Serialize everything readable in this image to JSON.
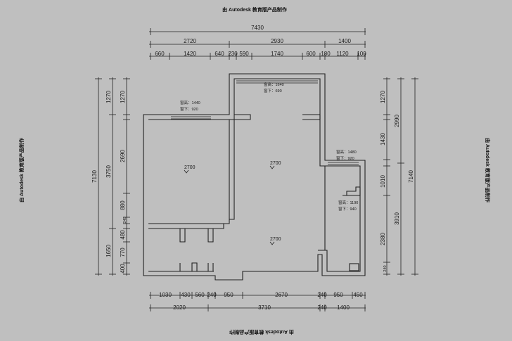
{
  "watermarks": {
    "top": "由 Autodesk 教育版产品制作",
    "left": "由 Autodesk 教育版产品制作",
    "right": "由 Autodesk 教育版产品制作",
    "bottom": "由 Autodesk 教育版产品制作"
  },
  "top_dims": {
    "overall": "7430",
    "mid": [
      "2720",
      "2930",
      "1400"
    ],
    "fine": [
      "660",
      "1420",
      "640",
      "230",
      "590",
      "1740",
      "600",
      "180",
      "1120",
      "100"
    ]
  },
  "bottom_dims": {
    "fine": [
      "1030",
      "430",
      "560",
      "240",
      "950",
      "2670",
      "240",
      "950",
      "450"
    ],
    "overall": [
      "2020",
      "3710",
      "240",
      "1400"
    ]
  },
  "left_dims": {
    "overall": "7130",
    "mid": [
      "1270",
      "3750",
      "1650"
    ],
    "fine": [
      "1270",
      "2690",
      "880",
      "240",
      "480",
      "770",
      "400"
    ]
  },
  "right_dims": {
    "overall": "7140",
    "mid": [
      "2990",
      "3910"
    ],
    "fine": [
      "1270",
      "1430",
      "1010",
      "2380",
      "240"
    ]
  },
  "rooms": {
    "room_a": "2700",
    "room_b": "2700",
    "room_c": "2700"
  },
  "windows": {
    "w1_height": "窗高：1640",
    "w1_sill": "窗下：690",
    "w2_height": "窗高：1440",
    "w2_sill": "窗下：920",
    "w3_height": "窗高：1480",
    "w3_sill": "窗下：920",
    "w4_height": "窗高：1190",
    "w4_sill": "窗下：940"
  }
}
